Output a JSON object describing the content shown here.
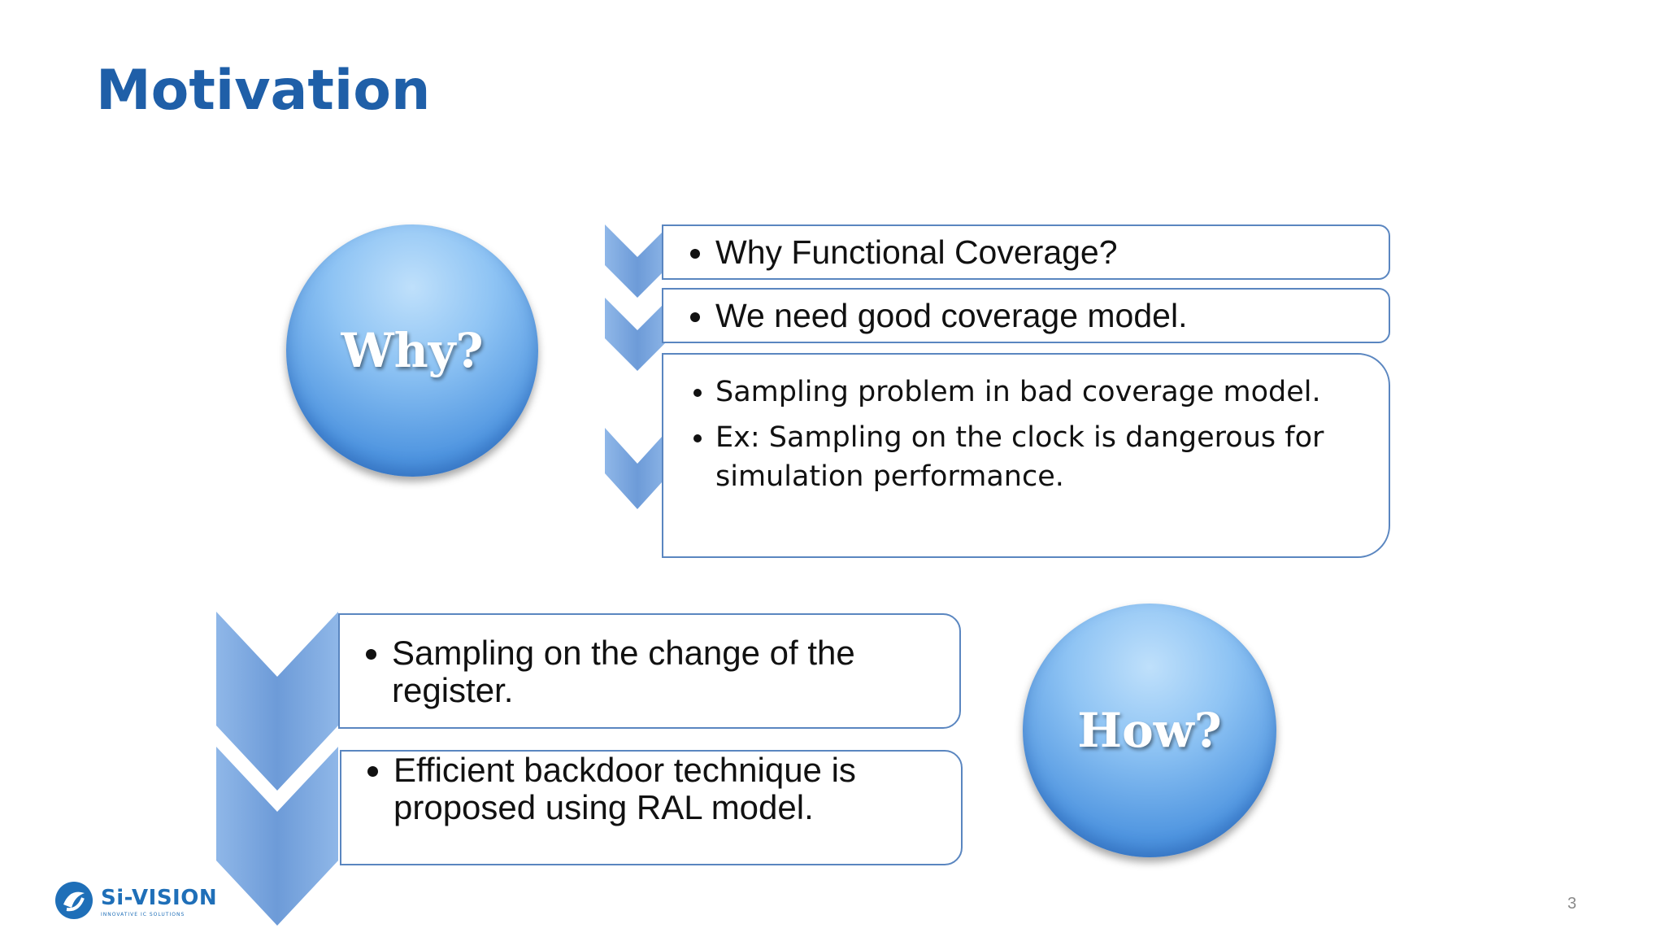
{
  "title": "Motivation",
  "why_circle": {
    "label": "Why?"
  },
  "how_circle": {
    "label": "How?"
  },
  "why_boxes": [
    {
      "bullets": [
        "Why Functional Coverage?"
      ]
    },
    {
      "bullets": [
        "We need good coverage model."
      ]
    },
    {
      "bullets": [
        "Sampling problem in bad coverage model.",
        " Ex: Sampling on the clock is dangerous for simulation performance."
      ]
    }
  ],
  "how_boxes": [
    {
      "bullets": [
        "Sampling on the change of the register."
      ]
    },
    {
      "bullets": [
        "Efficient backdoor technique is proposed using RAL model."
      ]
    }
  ],
  "footer": {
    "logo_text": "Si-VISION",
    "logo_tagline": "INNOVATIVE IC SOLUTIONS",
    "page_number": "3"
  },
  "colors": {
    "title": "#1f5fa8",
    "box_border": "#5a86c0",
    "chevron": "#7ea8de",
    "circle": "#4f95e0"
  }
}
